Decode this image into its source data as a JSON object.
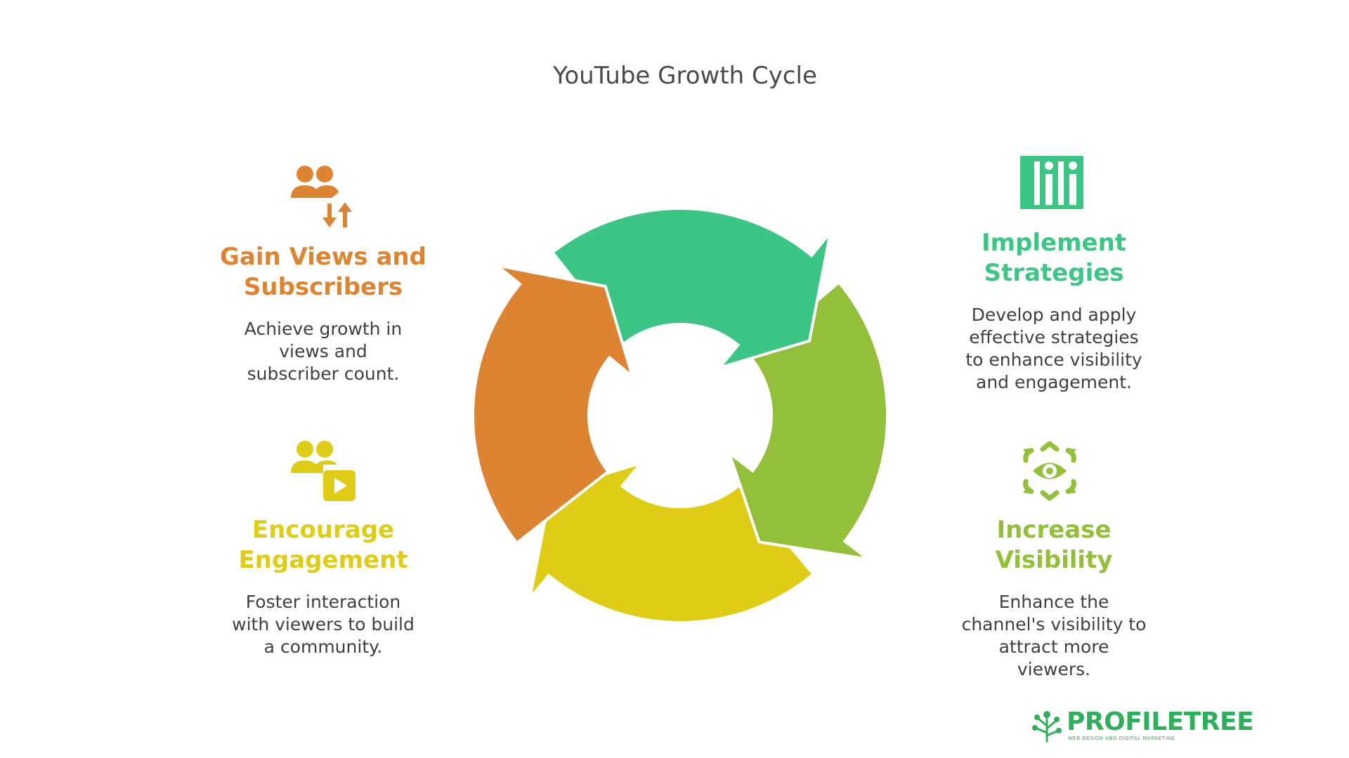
{
  "title": "YouTube Growth Cycle",
  "colors": {
    "orange": "#dd8433",
    "teal": "#3cc584",
    "green": "#93bf3a",
    "yellow": "#dfcc17"
  },
  "steps": [
    {
      "heading_lines": [
        "Gain Views and",
        "Subscribers"
      ],
      "desc_lines": [
        "Achieve growth in",
        "views and",
        "subscriber count."
      ],
      "icon": "users-arrows-icon",
      "color": "#dd8433"
    },
    {
      "heading_lines": [
        "Implement",
        "Strategies"
      ],
      "desc_lines": [
        "Develop and apply",
        "effective strategies",
        "to enhance visibility",
        "and engagement."
      ],
      "icon": "strategy-board-icon",
      "color": "#3cc584"
    },
    {
      "heading_lines": [
        "Encourage",
        "Engagement"
      ],
      "desc_lines": [
        "Foster interaction",
        "with viewers to build",
        "a community."
      ],
      "icon": "users-play-icon",
      "color": "#dfcc17"
    },
    {
      "heading_lines": [
        "Increase",
        "Visibility"
      ],
      "desc_lines": [
        "Enhance the",
        "channel's visibility to",
        "attract more",
        "viewers."
      ],
      "icon": "eye-arrows-icon",
      "color": "#93bf3a"
    }
  ],
  "logo": {
    "brand": "PROFILETREE",
    "tagline": "WEB DESIGN AND DIGITAL MARKETING",
    "icon": "tree-icon",
    "color": "#2fae5c"
  }
}
